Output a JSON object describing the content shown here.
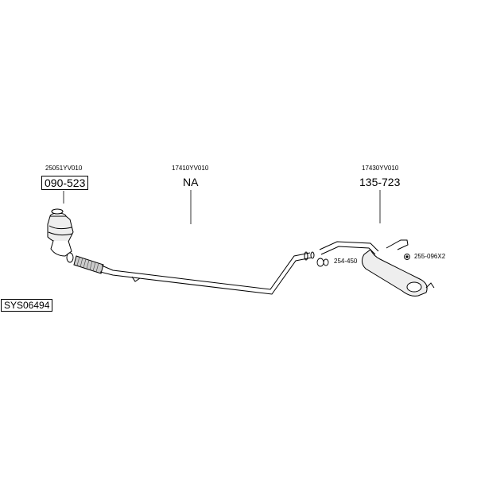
{
  "diagram": {
    "system_code": "SYS06494",
    "parts": [
      {
        "oem": "25051YV010",
        "number": "090-523"
      },
      {
        "oem": "17410YV010",
        "number": "NA"
      },
      {
        "oem": "17430YV010",
        "number": "135-723"
      }
    ],
    "fittings": [
      {
        "number": "254-450"
      },
      {
        "number": "255-096X2"
      }
    ]
  }
}
